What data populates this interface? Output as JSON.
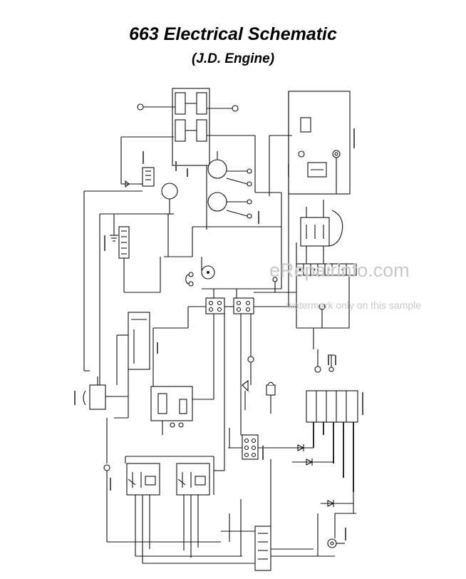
{
  "header": {
    "title": "663 Electrical Schematic",
    "subtitle": "(J.D. Engine)"
  },
  "watermark": {
    "site": "eRepairinfo.com",
    "note": "watermark only on this sample",
    "color": "#c8c8c8"
  },
  "colors": {
    "wire": "#111111",
    "background": "#ffffff"
  }
}
